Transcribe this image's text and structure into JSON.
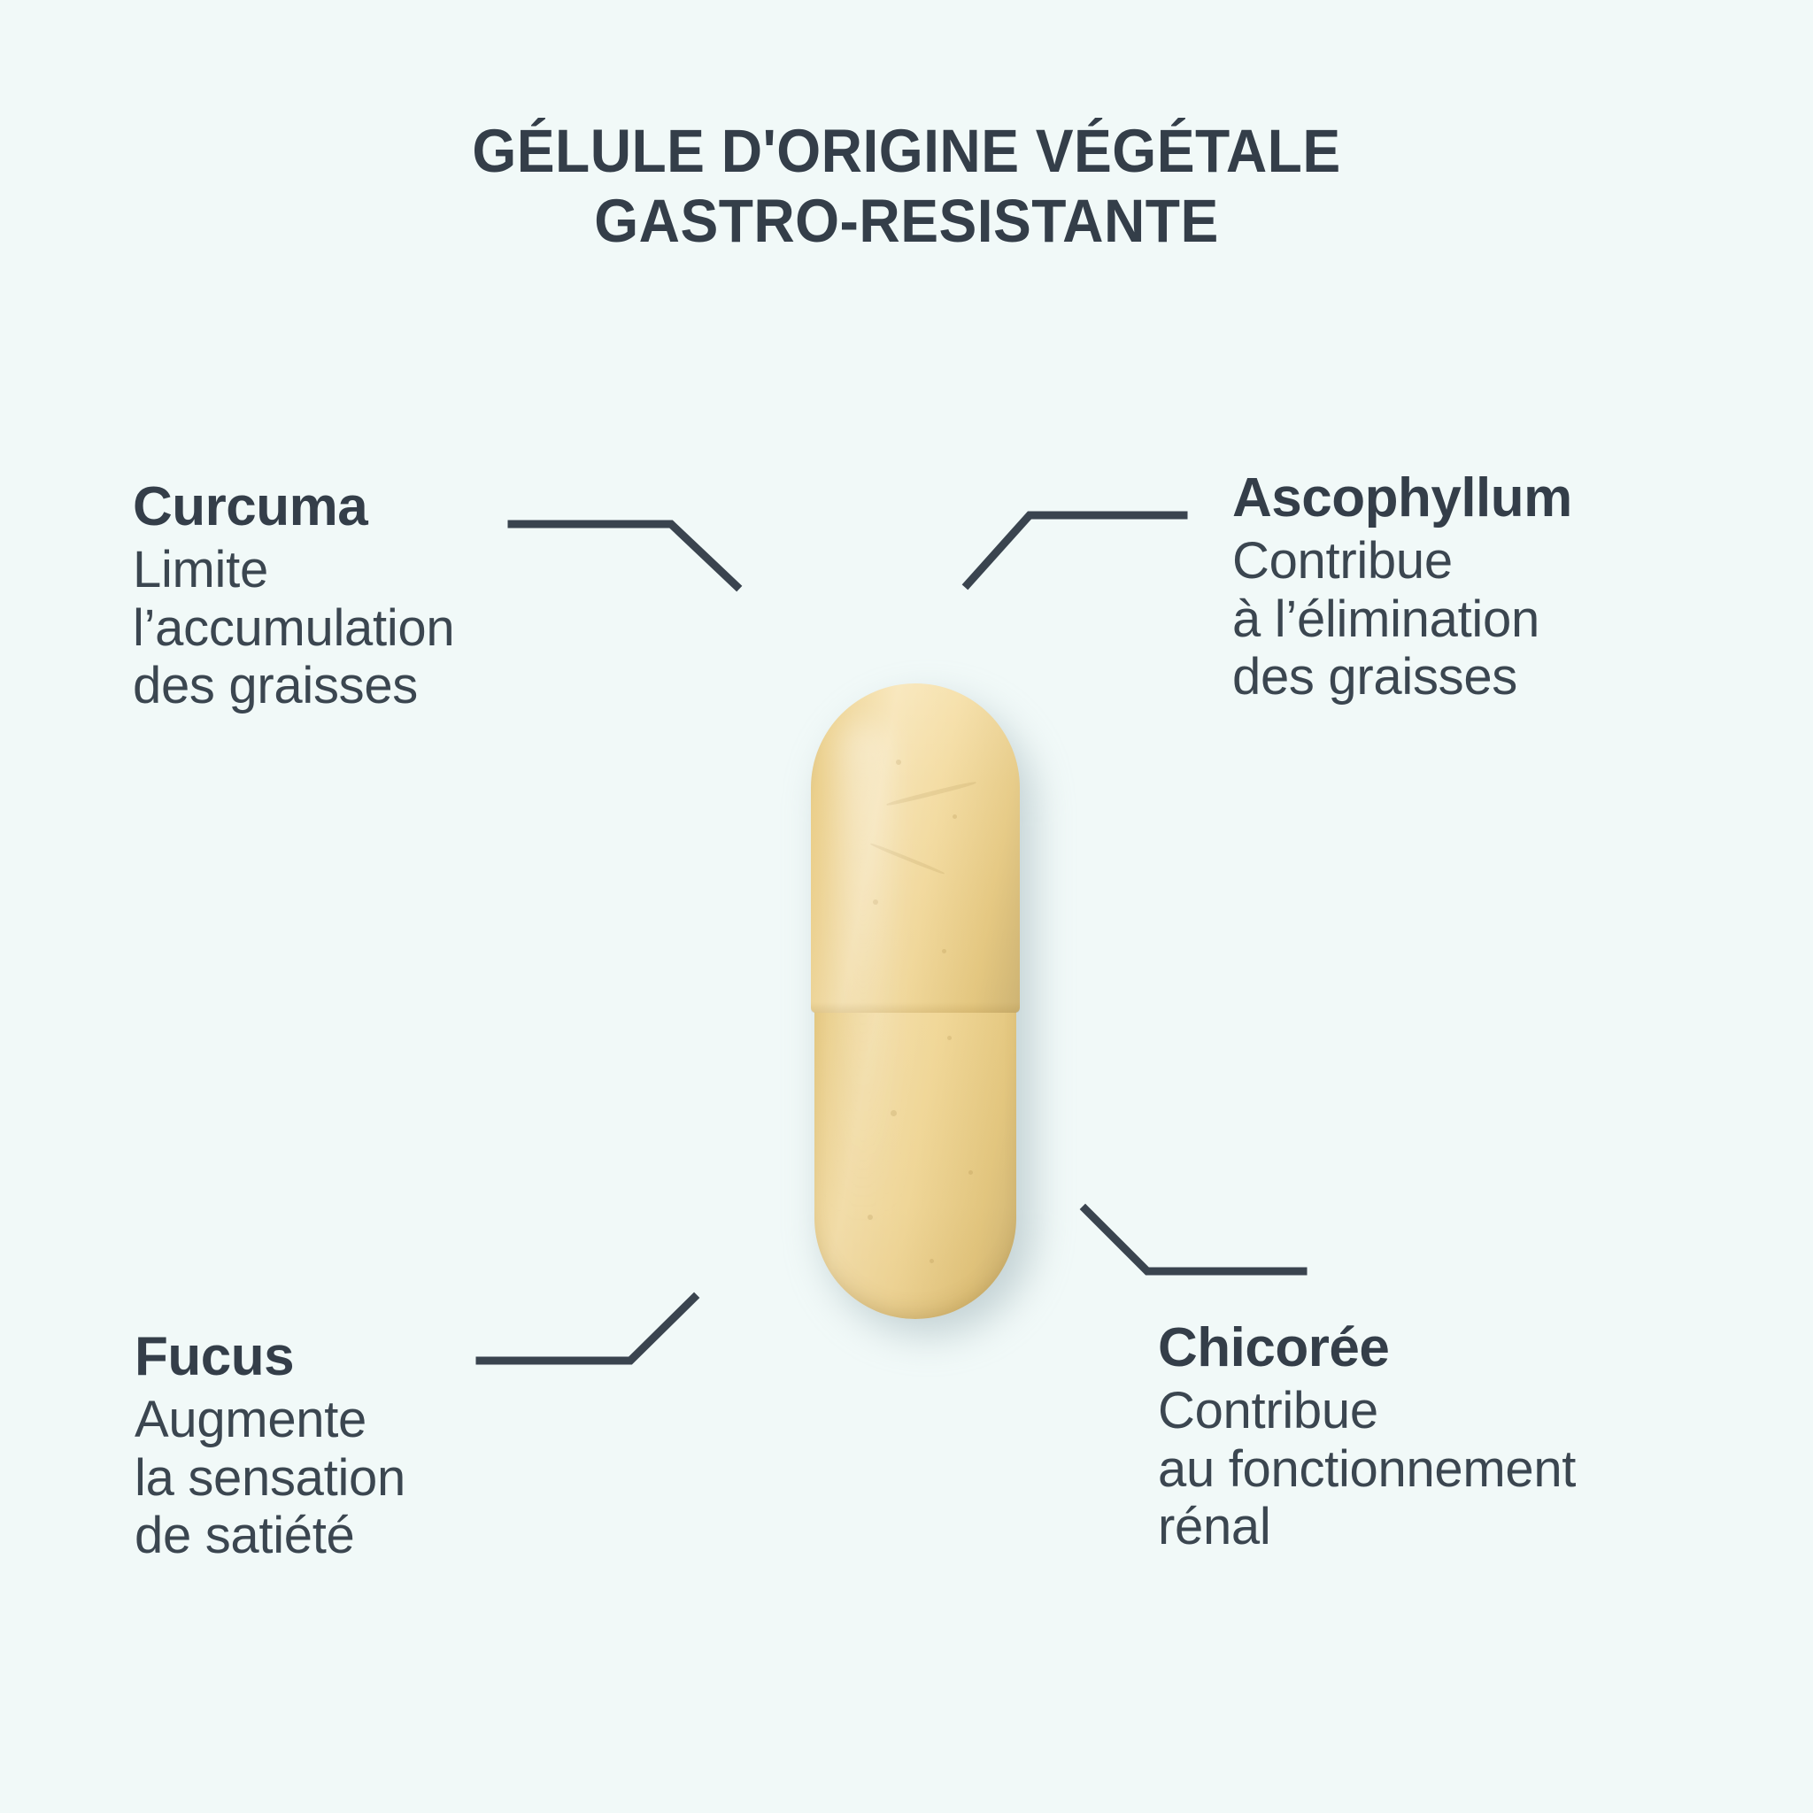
{
  "page": {
    "background_color": "#f1f9f8",
    "text_color": "#343e49",
    "capsule_color": "#eed085"
  },
  "title": {
    "line1": "GÉLULE D'ORIGINE VÉGÉTALE",
    "line2": "GASTRO-RESISTANTE"
  },
  "callouts": [
    {
      "id": "curcuma",
      "heading": "Curcuma",
      "desc_lines": [
        "Limite",
        "l’accumulation",
        "des graisses"
      ],
      "position": "top-left"
    },
    {
      "id": "ascophyllum",
      "heading": "Ascophyllum",
      "desc_lines": [
        "Contribue",
        "à l’élimination",
        "des graisses"
      ],
      "position": "top-right"
    },
    {
      "id": "fucus",
      "heading": "Fucus",
      "desc_lines": [
        "Augmente",
        "la sensation",
        "de satiété"
      ],
      "position": "bottom-left"
    },
    {
      "id": "chicoree",
      "heading": "Chicorée",
      "desc_lines": [
        "Contribue",
        "au fonctionnement",
        "rénal"
      ],
      "position": "bottom-right"
    }
  ],
  "capsule": {
    "label": "gastro-resistant plant-based capsule",
    "cap_color": "#f1d590",
    "body_color": "#eed085"
  }
}
